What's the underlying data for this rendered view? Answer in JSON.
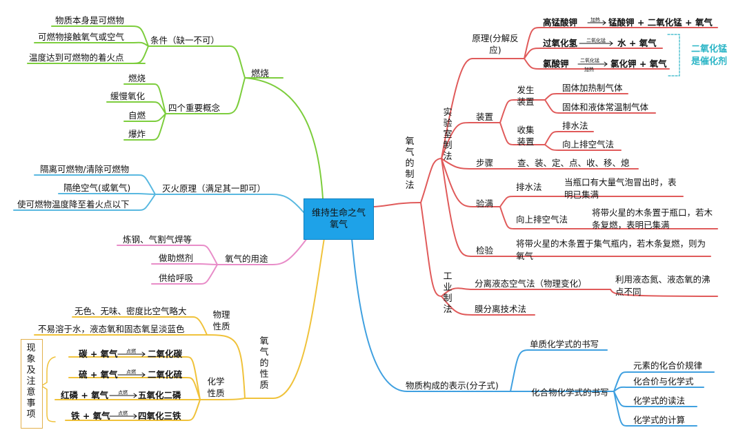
{
  "center": {
    "line1": "维持生命之气",
    "line2": "氧气"
  },
  "burning": {
    "title": "燃烧",
    "conditions": {
      "label": "条件（缺一不可）",
      "items": [
        "物质本身是可燃物",
        "可燃物接触氧气或空气",
        "温度达到可燃物的着火点"
      ]
    },
    "concepts": {
      "label": "四个重要概念",
      "items": [
        "燃烧",
        "缓慢氧化",
        "自燃",
        "爆炸"
      ]
    }
  },
  "extinguish": {
    "label": "灭火原理（满足其一即可）",
    "items": [
      "隔离可燃物/清除可燃物",
      "隔绝空气(或氧气)",
      "使可燃物温度降至着火点以下"
    ]
  },
  "uses": {
    "label": "氧气的用途",
    "items": [
      "炼钢、气割气焊等",
      "做助燃剂",
      "供给呼吸"
    ]
  },
  "properties": {
    "label": "氧气的性质",
    "physical": {
      "label": "物理性质",
      "items": [
        "无色、无味、密度比空气略大",
        "不易溶于水，液态氧和固态氧呈淡蓝色"
      ]
    },
    "chemical": {
      "label": "化学性质",
      "side_note": "现象及注意事项",
      "reactions": [
        {
          "left": "碳 + 氧气",
          "cond": "点燃",
          "right": "二氧化碳"
        },
        {
          "left": "硫 + 氧气",
          "cond": "点燃",
          "right": "二氧化硫"
        },
        {
          "left": "红磷 + 氧气",
          "cond": "点燃",
          "right": "五氧化二磷"
        },
        {
          "left": "铁 + 氧气",
          "cond": "点燃",
          "right": "四氧化三铁"
        }
      ]
    }
  },
  "preparation": {
    "label": "氧气的制法",
    "lab": {
      "label": "实验室制法",
      "principle": {
        "label": "原理(分解反应)",
        "r1": {
          "left": "高锰酸钾",
          "cond": "加热",
          "right": "锰酸钾 + 二氧化锰 + 氧气"
        },
        "r2": {
          "left": "过氧化氢",
          "cond": "二氧化锰",
          "right": "水 + 氧气"
        },
        "r3": {
          "left": "氯酸钾",
          "cond_top": "二氧化锰",
          "cond_bottom": "加热",
          "right": "氯化钾 + 氧气"
        },
        "catalyst_note": "二氧化锰是催化剂"
      },
      "apparatus": {
        "label": "装置",
        "generation": {
          "label": "发生装置",
          "items": [
            "固体加热制气体",
            "固体和液体常温制气体"
          ]
        },
        "collection": {
          "label": "收集装置",
          "items": [
            "排水法",
            "向上排空气法"
          ]
        }
      },
      "steps": {
        "label": "步骤",
        "text": "查、装、定、点、收、移、熄"
      },
      "full_check": {
        "label": "验满",
        "water": {
          "label": "排水法",
          "text": "当瓶口有大量气泡冒出时，表明已集满"
        },
        "air": {
          "label": "向上排空气法",
          "text": "将带火星的木条置于瓶口，若木条复燃，表明已集满"
        }
      },
      "test": {
        "label": "检验",
        "text": "将带火星的木条置于集气瓶内，若木条复燃，则为氧气"
      }
    },
    "industrial": {
      "label": "工业制法",
      "items": [
        {
          "label": "分离液态空气法（物理变化）",
          "text": "利用液态氮、液态氧的沸点不同"
        },
        {
          "label": "膜分离技术法"
        }
      ]
    }
  },
  "composition": {
    "label": "物质构成的表示(分子式)",
    "elemental": "单质化学式的书写",
    "compound": {
      "label": "化合物化学式的书写",
      "items": [
        "元素的化合价规律",
        "化合价与化学式",
        "化学式的读法",
        "化学式的计算"
      ]
    }
  },
  "colors": {
    "burning": "#7ccd3c",
    "extinguish": "#58b8e0",
    "uses": "#e88cc8",
    "properties": "#f0c23a",
    "preparation": "#e05a5a",
    "composition": "#3fa0e0",
    "center": "#1ea2e8",
    "note": "#2bb5c6"
  }
}
